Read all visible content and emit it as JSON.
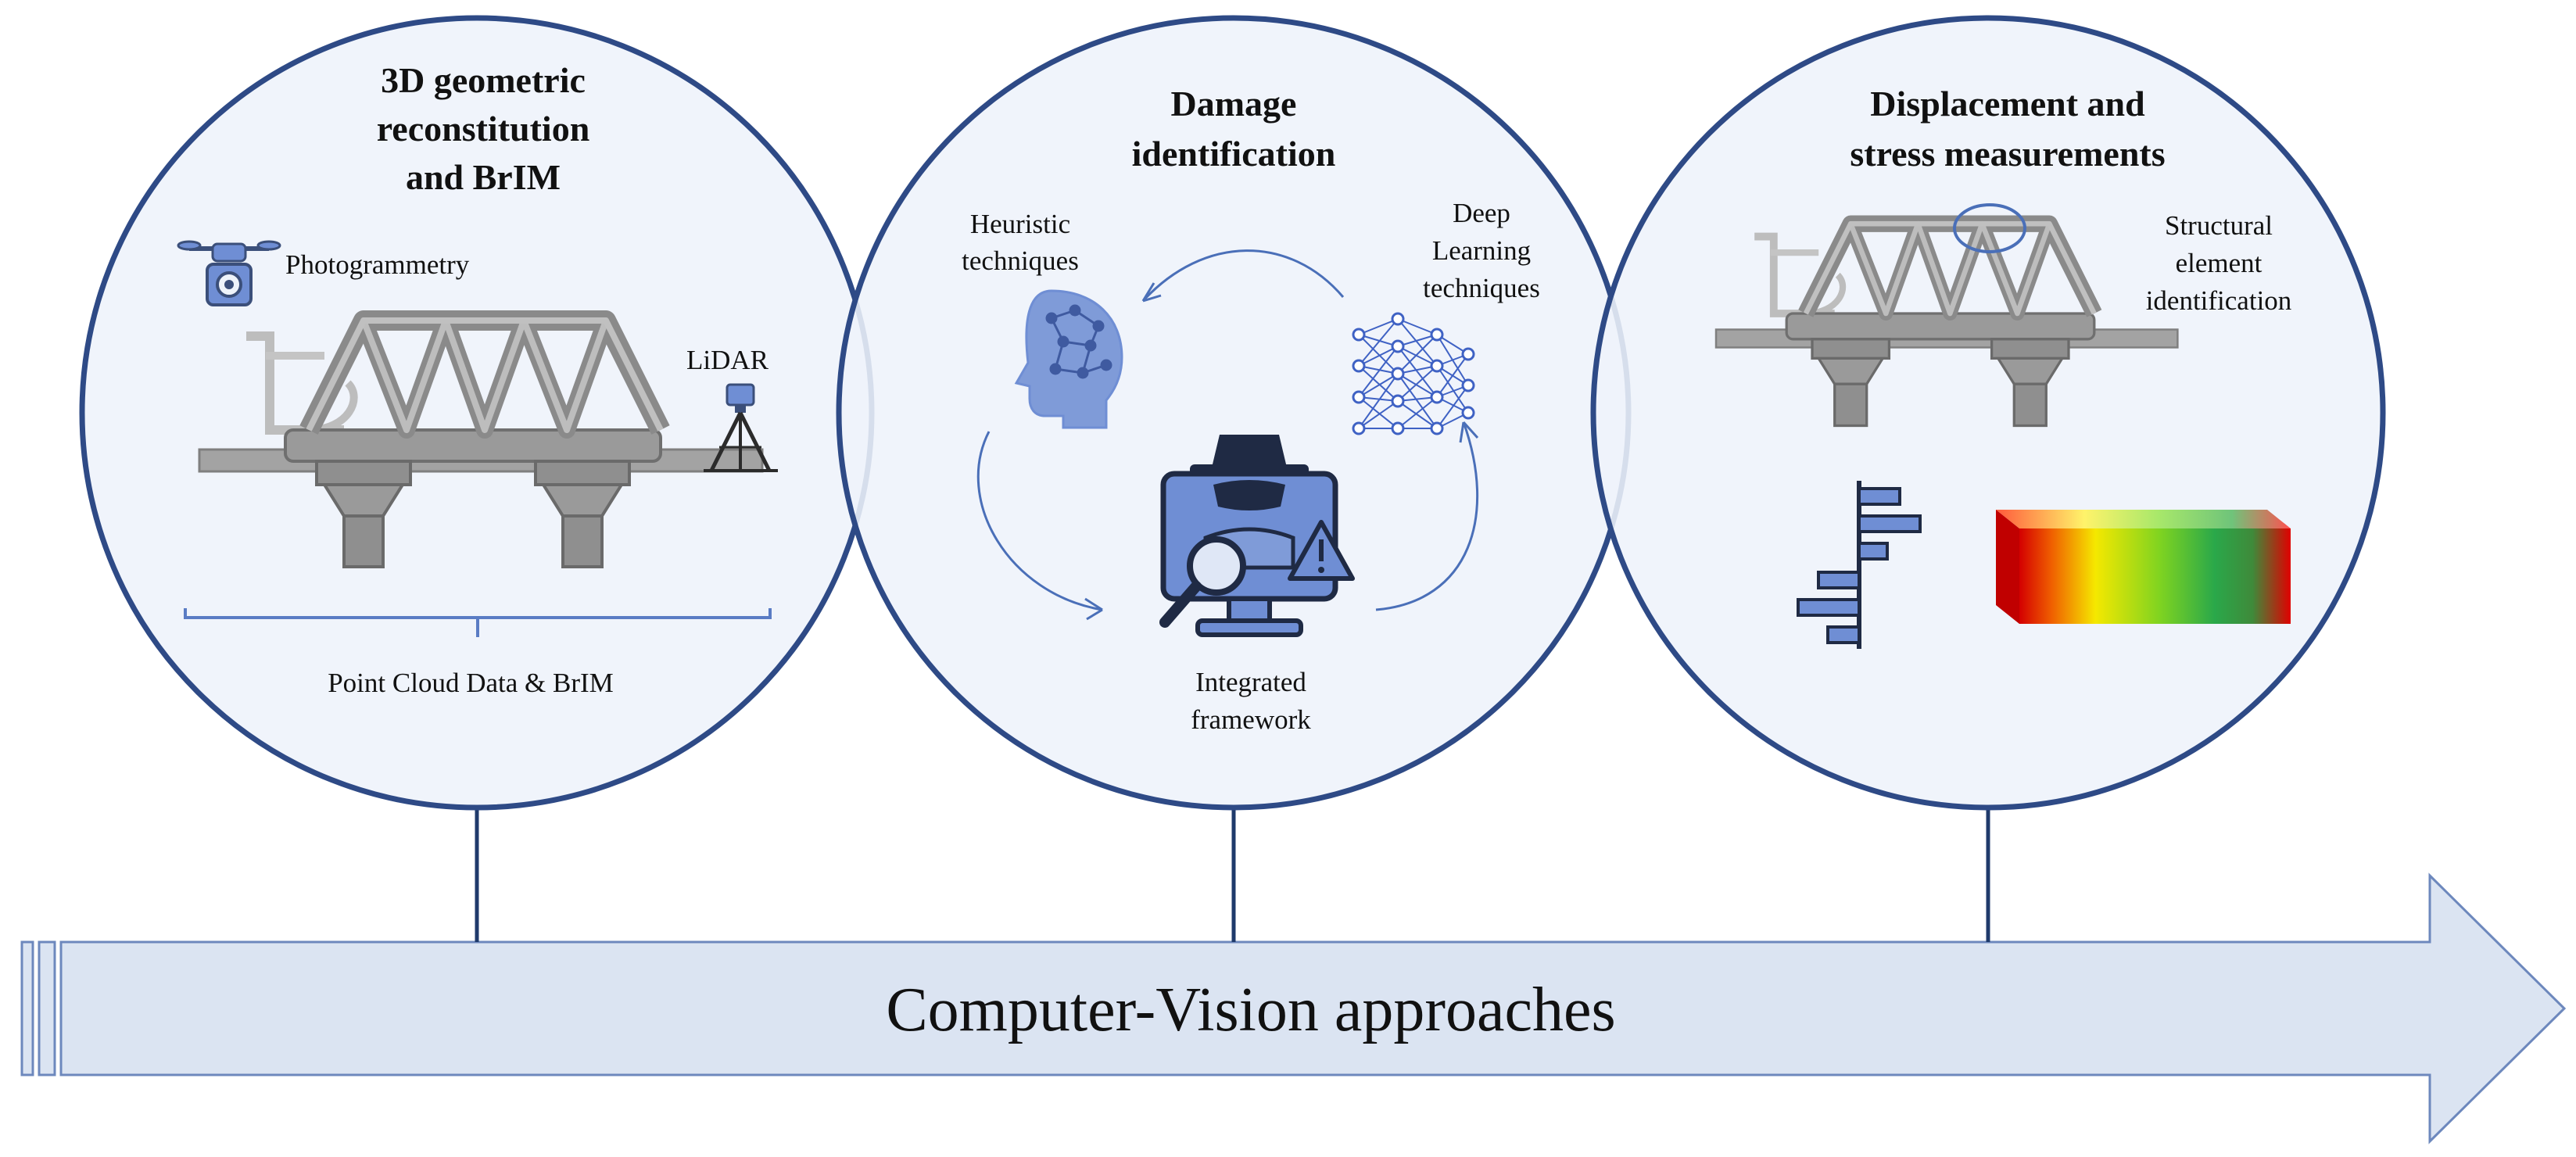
{
  "colors": {
    "circle_stroke": "#2e4a86",
    "circle_fill": "#eef3fa",
    "arrow_fill": "#dbe4f2",
    "arrow_stroke": "#6d88bd",
    "icon_blue": "#6f8ed4",
    "bridge_gray": "#8c8c8c",
    "connector": "#1f3a6b"
  },
  "arrow": {
    "label": "Computer-Vision approaches"
  },
  "stages": [
    {
      "title_lines": [
        "3D geometric",
        "reconstitution",
        "and BrIM"
      ],
      "labels": {
        "photogrammetry": "Photogrammetry",
        "lidar": "LiDAR",
        "pointcloud": "Point Cloud Data & BrIM"
      },
      "icons": [
        "drone-camera-icon",
        "truss-bridge-icon",
        "lidar-tripod-icon"
      ]
    },
    {
      "title_lines": [
        "Damage",
        "identification"
      ],
      "labels": {
        "heuristic": [
          "Heuristic",
          "techniques"
        ],
        "deep": [
          "Deep",
          "Learning",
          "techniques"
        ],
        "integrated": [
          "Integrated",
          "framework"
        ]
      },
      "icons": [
        "brain-head-icon",
        "neural-network-icon",
        "computer-inspection-icon"
      ]
    },
    {
      "title_lines": [
        "Displacement and",
        "stress measurements"
      ],
      "labels": {
        "structural": [
          "Structural",
          "element",
          "identification"
        ]
      },
      "icons": [
        "truss-bridge-icon",
        "displacement-bars-icon",
        "stress-gradient-bar-icon"
      ]
    }
  ]
}
